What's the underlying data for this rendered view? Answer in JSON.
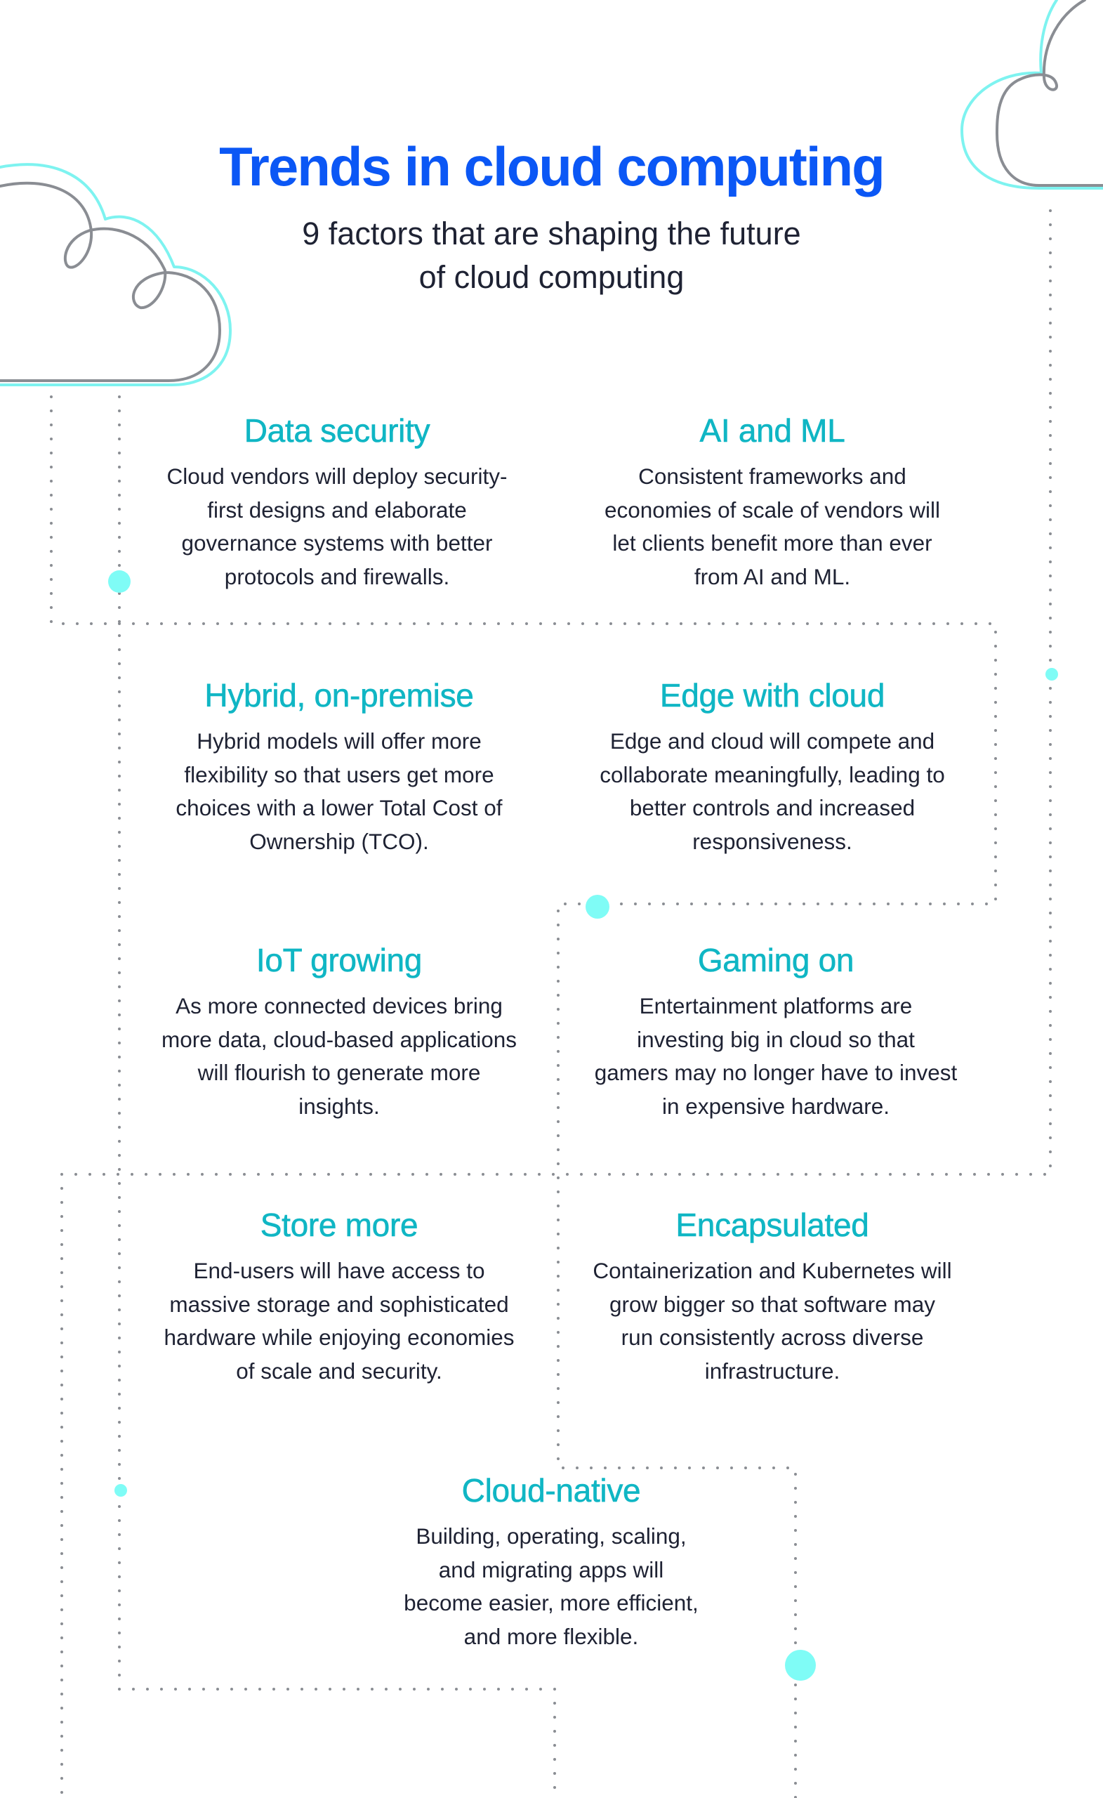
{
  "header": {
    "title": "Trends in cloud computing",
    "subtitle_lines": [
      "9 factors that are shaping the future",
      "of cloud computing"
    ]
  },
  "colors": {
    "title_blue": "#0b57f5",
    "heading_teal": "#10b6c4",
    "body_text": "#1e2233",
    "accent_cyan": "#7ffcf6",
    "dotted_line_gray": "#8a8d93",
    "cloud_outline_gray": "#8a8d93",
    "cloud_outline_cyan": "#7ef3f0"
  },
  "factors": [
    {
      "title": "Data security",
      "lines": [
        "Cloud vendors will deploy security-",
        "first designs and elaborate",
        "governance systems with better",
        "protocols and firewalls."
      ]
    },
    {
      "title": "AI and ML",
      "lines": [
        "Consistent frameworks and",
        "economies of scale of vendors will",
        "let clients benefit more than ever",
        "from AI and ML."
      ]
    },
    {
      "title": "Hybrid, on-premise",
      "lines": [
        "Hybrid models will offer more",
        "flexibility so that users get more",
        "choices with a lower Total Cost of",
        "Ownership (TCO)."
      ]
    },
    {
      "title": "Edge with cloud",
      "lines": [
        "Edge and cloud will compete and",
        "collaborate meaningfully, leading to",
        "better controls and increased",
        "responsiveness."
      ]
    },
    {
      "title": "IoT growing",
      "lines": [
        "As more connected devices bring",
        "more data, cloud-based applications",
        "will flourish to generate more",
        "insights."
      ]
    },
    {
      "title": "Gaming on",
      "lines": [
        "Entertainment platforms are",
        "investing big in cloud so that",
        "gamers may no longer have to invest",
        "in expensive hardware."
      ]
    },
    {
      "title": "Store more",
      "lines": [
        "End-users will have access to",
        "massive storage and sophisticated",
        "hardware while enjoying economies",
        "of scale and security."
      ]
    },
    {
      "title": "Encapsulated",
      "lines": [
        "Containerization and Kubernetes will",
        "grow bigger so that software may",
        "run consistently across diverse",
        "infrastructure."
      ]
    },
    {
      "title": "Cloud-native",
      "lines": [
        "Building, operating, scaling,",
        "and migrating apps will",
        "become easier, more efficient,",
        "and more flexible."
      ]
    }
  ]
}
